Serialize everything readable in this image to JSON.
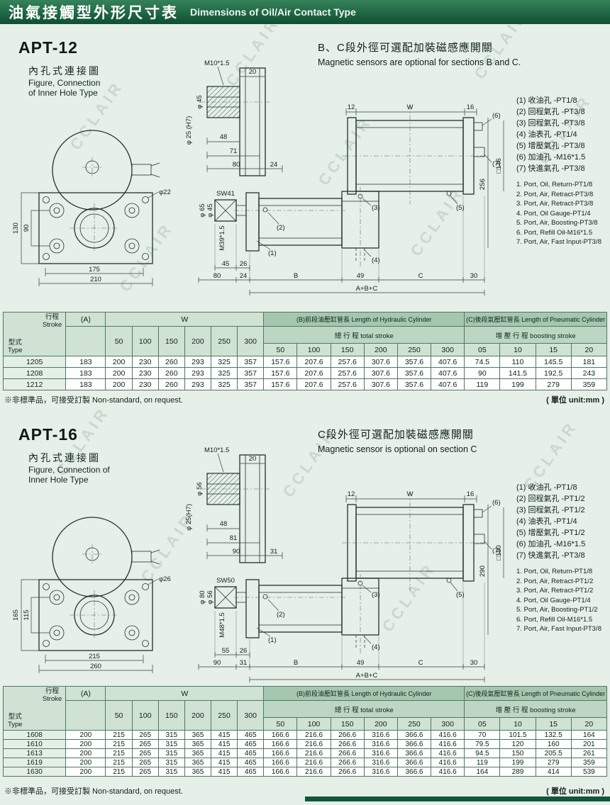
{
  "page": {
    "title_zh": "油氣接觸型外形尺寸表",
    "title_en": "Dimensions of Oil/Air Contact Type",
    "watermark": "CCLAIR"
  },
  "sections": [
    {
      "model": "APT-12",
      "caption_zh": "內孔式連接圖",
      "caption_en_line1": "Figure, Connection",
      "caption_en_line2": "of Inner Hole Type",
      "note_zh": "B、C段外徑可選配加裝磁感應開關",
      "note_en": "Magnetic sensors are optional for sections B and C.",
      "callouts": [
        "(1)",
        "(2)",
        "(3)",
        "(4)",
        "(5)",
        "(6)",
        "(7)"
      ],
      "ports_zh": [
        "(1) 收油孔 -PT1/8",
        "(2) 回程氣孔 -PT3/8",
        "(3) 回程氣孔 -PT3/8",
        "(4) 油表孔 -PT1/4",
        "(5) 增壓氣孔 -PT3/8",
        "(6) 加油孔 -M16*1.5",
        "(7) 快進氣孔 -PT3/8"
      ],
      "ports_en": [
        "1. Port, Oil, Return-PT1/8",
        "2. Port, Air, Retract-PT3/8",
        "3. Port, Air, Retract-PT3/8",
        "4. Port, Oil Gauge-PT1/4",
        "5. Port, Air, Boosting-PT3/8",
        "6. Port, Refill Oil-M16*1.5",
        "7. Port, Air, Fast Input-PT3/8"
      ],
      "dims": {
        "thread_top": "M10*1.5",
        "d20": "20",
        "flange_od": "φ 45",
        "bore": "φ 25 (H7)",
        "d48": "48",
        "d71": "71",
        "d80": "80",
        "d24": "24",
        "sw": "SW41",
        "rod_od1": "φ 65",
        "rod_od2": "φ 45",
        "rod_thread": "M39*1.5",
        "s1": "45",
        "s2": "26",
        "s3": "80",
        "s4": "24",
        "t12": "12",
        "w": "W",
        "t16": "16",
        "height": "256",
        "square": "□146",
        "b": "B",
        "d49": "49",
        "c": "C",
        "d30": "30",
        "abc": "A+B+C",
        "p_h": "130",
        "p_hi": "90",
        "p_w": "175",
        "p_wo": "210",
        "p_hole": "φ22"
      }
    },
    {
      "model": "APT-16",
      "caption_zh": "內孔式連接圖",
      "caption_en_line1": "Figure, Connection of",
      "caption_en_line2": "Inner Hole Type",
      "note_zh": "C段外徑可選配加裝磁感應開關",
      "note_en": "Magnetic sensor is optional on section C",
      "callouts": [
        "(1)",
        "(2)",
        "(3)",
        "(4)",
        "(5)",
        "(6)",
        "(7)"
      ],
      "ports_zh": [
        "(1) 收油孔 -PT1/8",
        "(2) 回程氣孔 -PT1/2",
        "(3) 回程氣孔 -PT1/2",
        "(4) 油表孔 -PT1/4",
        "(5) 增壓氣孔 -PT1/2",
        "(6) 加油孔 -M16*1.5",
        "(7) 快進氣孔 -PT3/8"
      ],
      "ports_en": [
        "1. Port, Oil, Return-PT1/8",
        "2. Port, Air, Retract-PT1/2",
        "3. Port, Air, Retract-PT1/2",
        "4. Port, Oil Gauge-PT1/4",
        "5. Port, Air, Boosting-PT1/2",
        "6. Port, Refill Oil-M16*1.5",
        "7. Port, Air, Fast Input-PT3/8"
      ],
      "dims": {
        "thread_top": "M10*1.5",
        "d20": "20",
        "flange_od": "φ 56",
        "bore": "φ 25(H7)",
        "d48": "48",
        "d71": "81",
        "d80": "90",
        "d24": "31",
        "sw": "SW50",
        "rod_od1": "φ 80",
        "rod_od2": "φ 56",
        "rod_thread": "M48*1.5",
        "s1": "55",
        "s2": "26",
        "s3": "90",
        "s4": "31",
        "t12": "12",
        "w": "W",
        "t16": "16",
        "height": "290",
        "square": "□180",
        "b": "B",
        "d49": "49",
        "c": "C",
        "d30": "30",
        "abc": "A+B+C",
        "p_h": "165",
        "p_hi": "115",
        "p_w": "215",
        "p_wo": "260",
        "p_hole": "φ26"
      }
    }
  ],
  "tables": [
    {
      "col_a": "(A)",
      "col_w": "W",
      "type_zh": "型式",
      "type_en": "Type",
      "stroke_zh": "行程",
      "stroke_en": "Stroke",
      "b_title": "(B)前段油壓缸管長  Length of Hydraulic Cylinder",
      "b_sub": "總 行 程  total stroke",
      "c_title": "(C)後段氣壓缸管長 Length of Pneumatic Cylinder",
      "c_sub": "增 壓 行 程  boosting stroke",
      "w_cols": [
        "50",
        "100",
        "150",
        "200",
        "250",
        "300"
      ],
      "b_cols": [
        "50",
        "100",
        "150",
        "200",
        "250",
        "300"
      ],
      "c_cols": [
        "05",
        "10",
        "15",
        "20"
      ],
      "rows": [
        [
          "1205",
          "183",
          "200",
          "230",
          "260",
          "293",
          "325",
          "357",
          "157.6",
          "207.6",
          "257.6",
          "307.6",
          "357.6",
          "407.6",
          "74.5",
          "110",
          "145.5",
          "181"
        ],
        [
          "1208",
          "183",
          "200",
          "230",
          "260",
          "293",
          "325",
          "357",
          "157.6",
          "207.6",
          "257.6",
          "307.6",
          "357.6",
          "407.6",
          "90",
          "141.5",
          "192.5",
          "243"
        ],
        [
          "1212",
          "183",
          "200",
          "230",
          "260",
          "293",
          "325",
          "357",
          "157.6",
          "207.6",
          "257.6",
          "307.6",
          "357.6",
          "407.6",
          "119",
          "199",
          "279",
          "359"
        ]
      ],
      "footnote": "※非標準品，可接受訂製  Non-standard, on request.",
      "unit": "( 單位 unit:mm )"
    },
    {
      "col_a": "(A)",
      "col_w": "W",
      "type_zh": "型式",
      "type_en": "Type",
      "stroke_zh": "行程",
      "stroke_en": "Stroke",
      "b_title": "(B)前段油壓缸管長  Length of Hydraulic Cylinder",
      "b_sub": "總 行 程  total stroke",
      "c_title": "(C)後段氣壓缸管長 Length of Pneumatic Cylinder",
      "c_sub": "增 壓 行 程  boosting stroke",
      "w_cols": [
        "50",
        "100",
        "150",
        "200",
        "250",
        "300"
      ],
      "b_cols": [
        "50",
        "100",
        "150",
        "200",
        "250",
        "300"
      ],
      "c_cols": [
        "05",
        "10",
        "15",
        "20"
      ],
      "rows": [
        [
          "1608",
          "200",
          "215",
          "265",
          "315",
          "365",
          "415",
          "465",
          "166.6",
          "216.6",
          "266.6",
          "316.6",
          "366.6",
          "416.6",
          "70",
          "101.5",
          "132.5",
          "164"
        ],
        [
          "1610",
          "200",
          "215",
          "265",
          "315",
          "365",
          "415",
          "465",
          "166.6",
          "216.6",
          "266.6",
          "316.6",
          "366.6",
          "416.6",
          "79.5",
          "120",
          "160",
          "201"
        ],
        [
          "1613",
          "200",
          "215",
          "265",
          "315",
          "365",
          "415",
          "465",
          "166.6",
          "216.6",
          "266.6",
          "316.6",
          "366.6",
          "416.6",
          "94.5",
          "150",
          "205.5",
          "261"
        ],
        [
          "1619",
          "200",
          "215",
          "265",
          "315",
          "365",
          "415",
          "465",
          "166.6",
          "216.6",
          "266.6",
          "316.6",
          "366.6",
          "416.6",
          "119",
          "199",
          "279",
          "359"
        ],
        [
          "1630",
          "200",
          "215",
          "265",
          "315",
          "365",
          "415",
          "465",
          "166.6",
          "216.6",
          "266.6",
          "316.6",
          "366.6",
          "416.6",
          "164",
          "289",
          "414",
          "539"
        ]
      ],
      "footnote": "※非標準品，可接受訂製  Non-standard, on request.",
      "unit": "( 單位 unit:mm )"
    }
  ]
}
